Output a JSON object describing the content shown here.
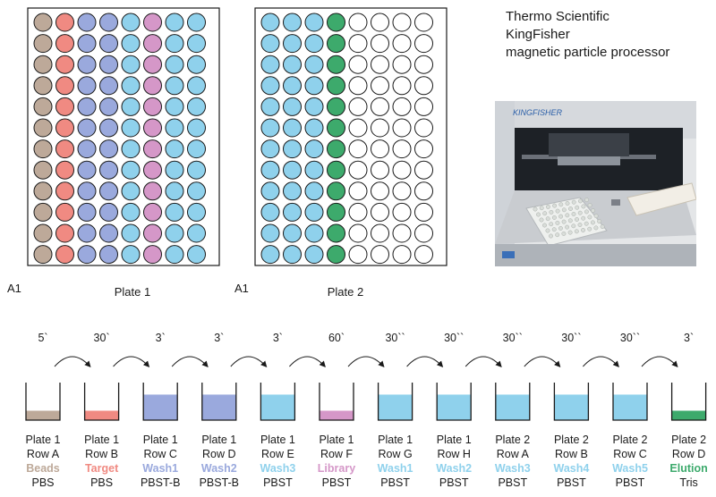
{
  "title_lines": [
    "Thermo Scientific",
    "KingFisher",
    "magnetic particle processor"
  ],
  "plates": [
    {
      "label": "Plate 1",
      "corner_label": "A1",
      "column_colors": [
        "#bda999",
        "#f08a82",
        "#9aa9dd",
        "#9aa9dd",
        "#8fd1ec",
        "#d597c8",
        "#8fd1ec",
        "#8fd1ec"
      ]
    },
    {
      "label": "Plate 2",
      "corner_label": "A1",
      "column_colors": [
        "#8fd1ec",
        "#8fd1ec",
        "#8fd1ec",
        "#3daa6c",
        "#ffffff",
        "#ffffff",
        "#ffffff",
        "#ffffff"
      ]
    }
  ],
  "rows_per_plate": 12,
  "photo": {
    "brand_text": "KINGFISHER",
    "colors": {
      "housing": "#dcdfe3",
      "interior": "#1d2126",
      "plate": "#eef0ee",
      "panel": "#3a3f47"
    }
  },
  "steps": [
    {
      "time": "5`",
      "plate": "Plate 1",
      "row": "Row A",
      "reagent": "Beads",
      "reagent_color": "#bda999",
      "buffer": "PBS",
      "fill_color": "#bda999",
      "fill_level": 0.25
    },
    {
      "time": "30`",
      "plate": "Plate 1",
      "row": "Row B",
      "reagent": "Target",
      "reagent_color": "#f08a82",
      "buffer": "PBS",
      "fill_color": "#f08a82",
      "fill_level": 0.25
    },
    {
      "time": "3`",
      "plate": "Plate 1",
      "row": "Row C",
      "reagent": "Wash1",
      "reagent_color": "#9aa9dd",
      "buffer": "PBST-B",
      "fill_color": "#9aa9dd",
      "fill_level": 0.68
    },
    {
      "time": "3`",
      "plate": "Plate 1",
      "row": "Row D",
      "reagent": "Wash2",
      "reagent_color": "#9aa9dd",
      "buffer": "PBST-B",
      "fill_color": "#9aa9dd",
      "fill_level": 0.68
    },
    {
      "time": "3`",
      "plate": "Plate 1",
      "row": "Row E",
      "reagent": "Wash3",
      "reagent_color": "#8fd1ec",
      "buffer": "PBST",
      "fill_color": "#8fd1ec",
      "fill_level": 0.68
    },
    {
      "time": "60`",
      "plate": "Plate 1",
      "row": "Row F",
      "reagent": "Library",
      "reagent_color": "#d597c8",
      "buffer": "PBST",
      "fill_color": "#d597c8",
      "fill_level": 0.25
    },
    {
      "time": "30``",
      "plate": "Plate 1",
      "row": "Row G",
      "reagent": "Wash1",
      "reagent_color": "#8fd1ec",
      "buffer": "PBST",
      "fill_color": "#8fd1ec",
      "fill_level": 0.68
    },
    {
      "time": "30``",
      "plate": "Plate 1",
      "row": "Row H",
      "reagent": "Wash2",
      "reagent_color": "#8fd1ec",
      "buffer": "PBST",
      "fill_color": "#8fd1ec",
      "fill_level": 0.68
    },
    {
      "time": "30``",
      "plate": "Plate 2",
      "row": "Row A",
      "reagent": "Wash3",
      "reagent_color": "#8fd1ec",
      "buffer": "PBST",
      "fill_color": "#8fd1ec",
      "fill_level": 0.68
    },
    {
      "time": "30``",
      "plate": "Plate 2",
      "row": "Row B",
      "reagent": "Wash4",
      "reagent_color": "#8fd1ec",
      "buffer": "PBST",
      "fill_color": "#8fd1ec",
      "fill_level": 0.68
    },
    {
      "time": "30``",
      "plate": "Plate 2",
      "row": "Row C",
      "reagent": "Wash5",
      "reagent_color": "#8fd1ec",
      "buffer": "PBST",
      "fill_color": "#8fd1ec",
      "fill_level": 0.68
    },
    {
      "time": "3`",
      "plate": "Plate 2",
      "row": "Row D",
      "reagent": "Elution",
      "reagent_color": "#3daa6c",
      "buffer": "Tris",
      "fill_color": "#3daa6c",
      "fill_level": 0.25
    }
  ]
}
